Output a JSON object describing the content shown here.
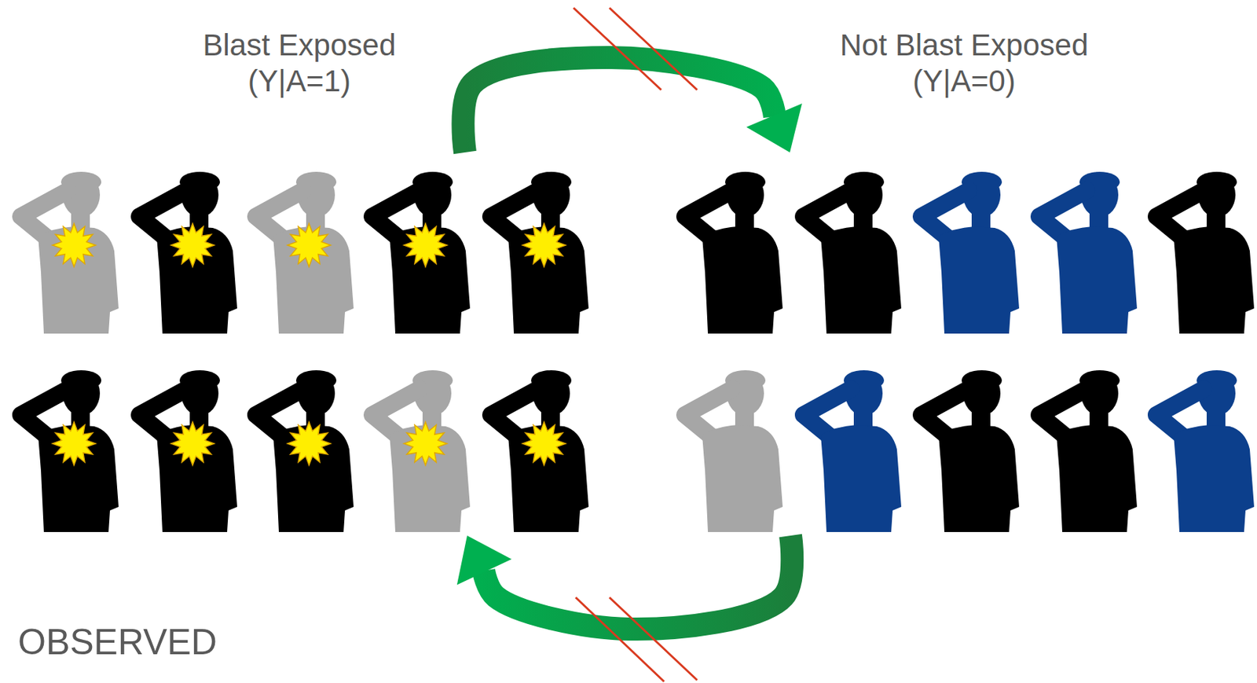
{
  "diagram": {
    "nodes": [
      {
        "text": [
          "Blast Exposed (Y|A=1)"
        ]
      },
      {
        "text": [
          "Not Blast Exposed (Y|A=0)"
        ]
      }
    ],
    "edges": [
      {
        "from": 0,
        "to": 1,
        "arrow": "to"
      },
      {
        "from": 1,
        "to": 0,
        "arrow": "to"
      }
    ],
    "labels": [
      "OBSERVED"
    ]
  }
}
